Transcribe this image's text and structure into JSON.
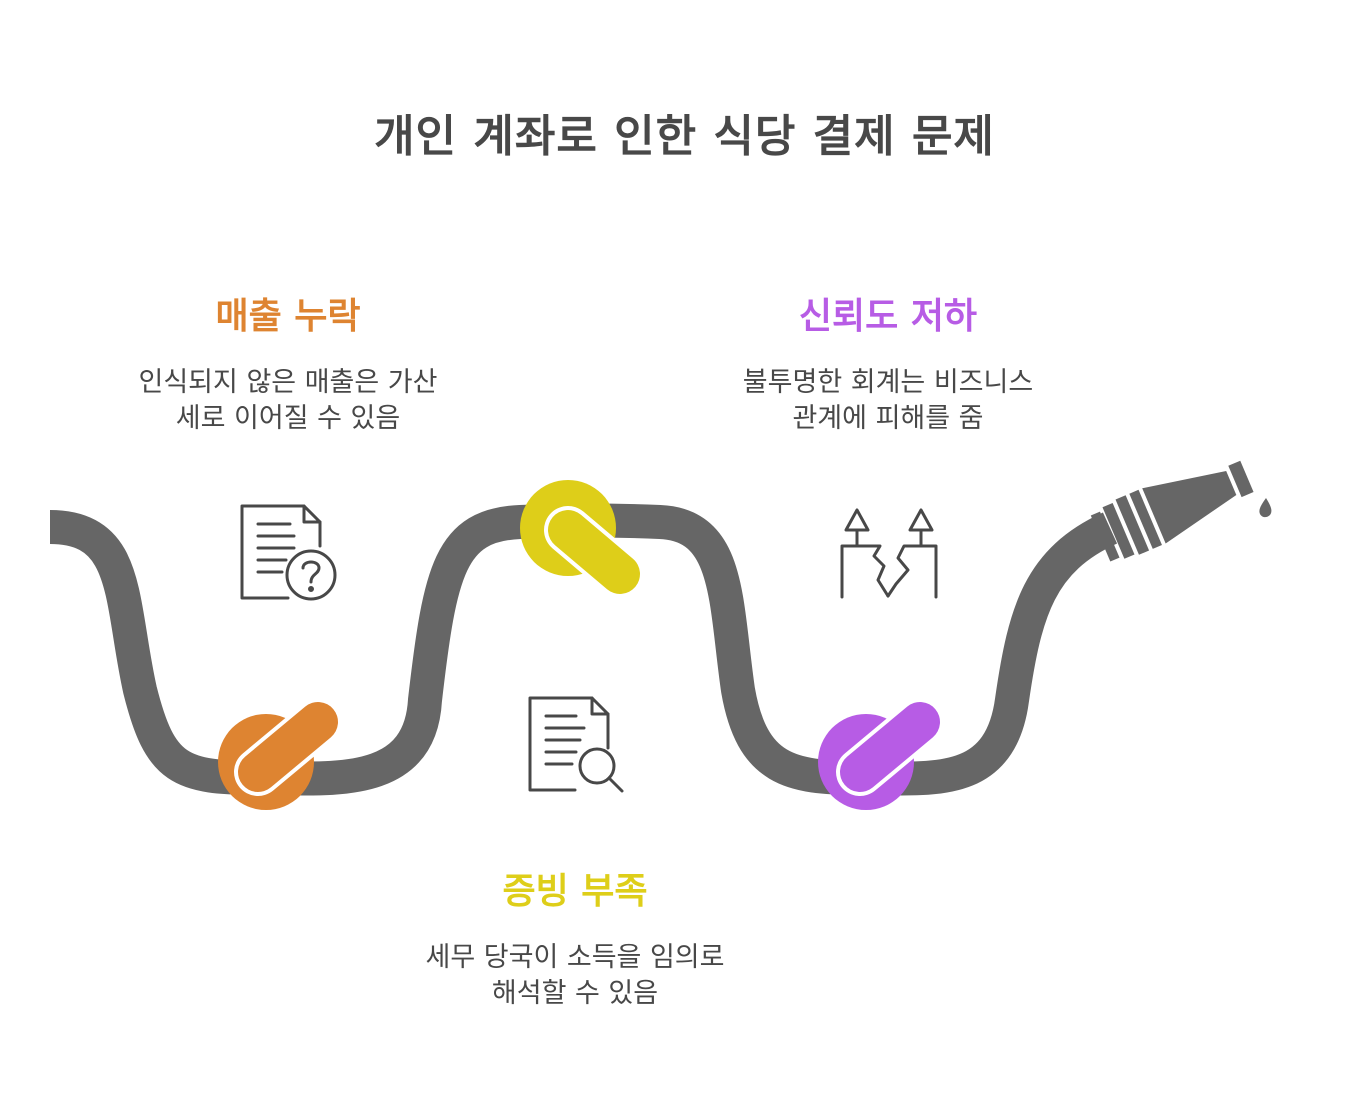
{
  "title": "개인 계좌로 인한 식당 결제 문제",
  "colors": {
    "hose": "#666666",
    "orange": "#DE8431",
    "yellow": "#DECE19",
    "purple": "#B75CE5",
    "text": "#484848"
  },
  "items": [
    {
      "heading": "매출 누락",
      "description": "인식되지 않은 매출은 가산\n세로 이어질 수 있음",
      "color": "#DE8431",
      "icon": "document-question-icon"
    },
    {
      "heading": "신뢰도 저하",
      "description": "불투명한 회계는 비즈니스\n관계에 피해를 줌",
      "color": "#B75CE5",
      "icon": "broken-bridge-icon"
    },
    {
      "heading": "증빙 부족",
      "description": "세무 당국이 소득을 임의로\n해석할 수 있음",
      "color": "#DECE19",
      "icon": "document-search-icon"
    }
  ]
}
